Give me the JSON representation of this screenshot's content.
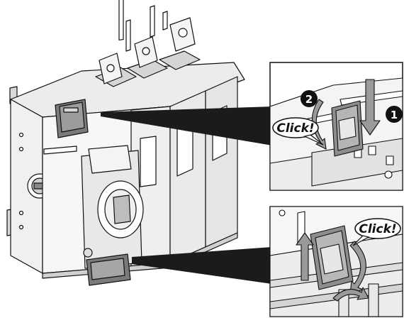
{
  "callouts": {
    "top": {
      "click_label": "Click!",
      "step_a": "2",
      "step_b": "1"
    },
    "bottom": {
      "click_label": "Click!"
    }
  },
  "colors": {
    "outline": "#111111",
    "panel_gray": "#c8c8c8",
    "dark_gray": "#6e6e6e",
    "mid_gray": "#a9a9a9",
    "light_gray": "#e6e6e6",
    "beam": "#1b1b1b"
  }
}
